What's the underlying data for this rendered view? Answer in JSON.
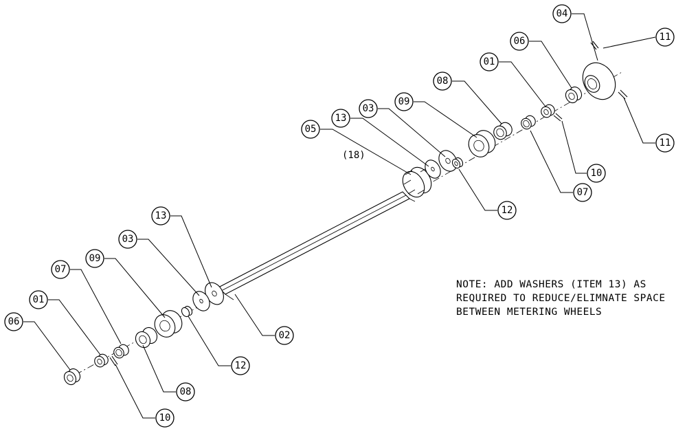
{
  "callouts": [
    {
      "id": "04",
      "label": "04"
    },
    {
      "id": "11a",
      "label": "11"
    },
    {
      "id": "06a",
      "label": "06"
    },
    {
      "id": "01a",
      "label": "01"
    },
    {
      "id": "08a",
      "label": "08"
    },
    {
      "id": "09a",
      "label": "09"
    },
    {
      "id": "03a",
      "label": "03"
    },
    {
      "id": "13a",
      "label": "13"
    },
    {
      "id": "05",
      "label": "05"
    },
    {
      "id": "11b",
      "label": "11"
    },
    {
      "id": "10a",
      "label": "10"
    },
    {
      "id": "07a",
      "label": "07"
    },
    {
      "id": "12a",
      "label": "12"
    },
    {
      "id": "13b",
      "label": "13"
    },
    {
      "id": "03b",
      "label": "03"
    },
    {
      "id": "09b",
      "label": "09"
    },
    {
      "id": "07b",
      "label": "07"
    },
    {
      "id": "01b",
      "label": "01"
    },
    {
      "id": "06b",
      "label": "06"
    },
    {
      "id": "02",
      "label": "02"
    },
    {
      "id": "12b",
      "label": "12"
    },
    {
      "id": "08b",
      "label": "08"
    },
    {
      "id": "10b",
      "label": "10"
    }
  ],
  "quantity_label": "(18)",
  "note": {
    "line1": "NOTE: ADD WASHERS (ITEM 13) AS",
    "line2": "REQUIRED TO REDUCE/ELIMNATE SPACE",
    "line3": "BETWEEN METERING WHEELS"
  }
}
